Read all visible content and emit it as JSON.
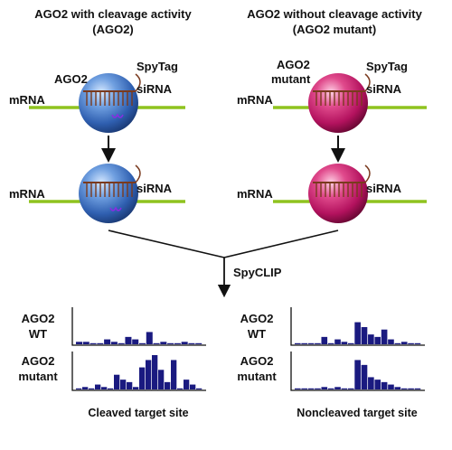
{
  "left_header": [
    "AGO2 with cleavage activity",
    "(AGO2)"
  ],
  "right_header": [
    "AGO2 without cleavage activity",
    "(AGO2 mutant)"
  ],
  "labels": {
    "ago2": "AGO2",
    "ago2_mutant": [
      "AGO2",
      "mutant"
    ],
    "spytag": "SpyTag",
    "sirna": "siRNA",
    "mrna": "mRNA"
  },
  "method": "SpyCLIP",
  "track_labels": {
    "wt": [
      "AGO2",
      "WT"
    ],
    "mutant": [
      "AGO2",
      "mutant"
    ]
  },
  "footers": {
    "left": "Cleaved target site",
    "right": "Noncleaved target site"
  },
  "colors": {
    "blue_sphere": "#3f76c4",
    "magenta_sphere": "#c8186a",
    "mrna_line": "#8fc31f",
    "sirna_ladder": "#7a3a1e",
    "cleavage_mark": "#8a2be2",
    "track_bars": "#1a1a80"
  },
  "tracks": {
    "left_wt": [
      1,
      1,
      0,
      0,
      2,
      1,
      0,
      3,
      2,
      0,
      5,
      0,
      1,
      0,
      0,
      1,
      0,
      0
    ],
    "left_mut": [
      0,
      1,
      0,
      2,
      1,
      0,
      6,
      4,
      3,
      1,
      9,
      12,
      14,
      8,
      3,
      12,
      0,
      4,
      2,
      0
    ],
    "right_wt": [
      0,
      0,
      0,
      0,
      3,
      0,
      2,
      1,
      0,
      9,
      7,
      4,
      3,
      6,
      2,
      0,
      1,
      0,
      0
    ],
    "right_mut": [
      0,
      0,
      0,
      0,
      1,
      0,
      1,
      0,
      0,
      12,
      10,
      5,
      4,
      3,
      2,
      1,
      0,
      0,
      0
    ]
  }
}
